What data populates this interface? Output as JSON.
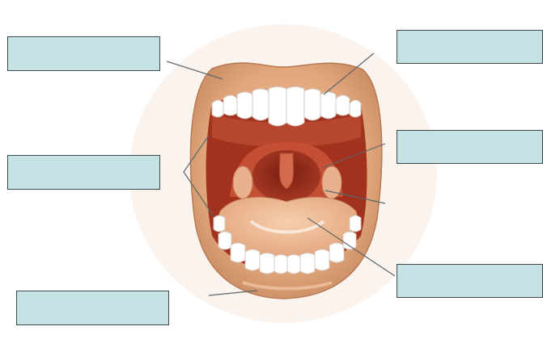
{
  "diagram": {
    "labels": [
      {
        "id": "top-left",
        "text": ""
      },
      {
        "id": "middle-left",
        "text": ""
      },
      {
        "id": "bottom-left",
        "text": ""
      },
      {
        "id": "top-right",
        "text": ""
      },
      {
        "id": "middle-right",
        "text": ""
      },
      {
        "id": "bottom-right",
        "text": ""
      }
    ],
    "colors": {
      "label_fill": "#c4e2e4",
      "label_border": "#3f4a4c",
      "lips": "#e2a77c",
      "mouth_interior": "#a2311e",
      "tongue": "#edb48c",
      "teeth": "#ffffff",
      "leader_line": "#5c6668"
    }
  }
}
